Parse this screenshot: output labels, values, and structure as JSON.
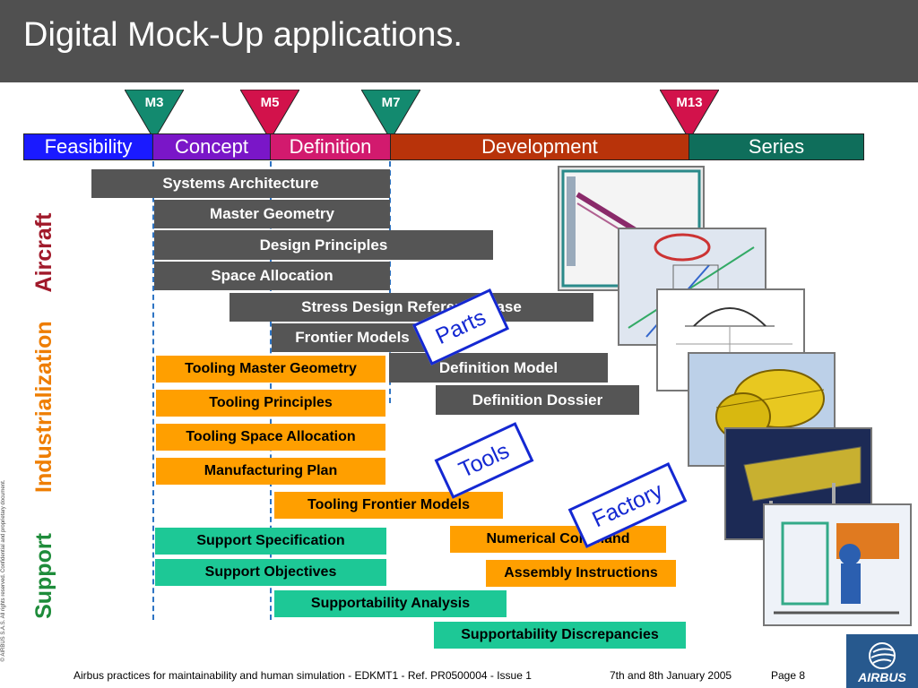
{
  "title": "Digital Mock-Up applications.",
  "milestones": [
    {
      "label": "M3",
      "color": "#138a6f"
    },
    {
      "label": "M5",
      "color": "#d2124b"
    },
    {
      "label": "M7",
      "color": "#138a6f"
    },
    {
      "label": "M13",
      "color": "#d2124b"
    }
  ],
  "phases": [
    {
      "label": "Feasibility",
      "color": "#1a1aff"
    },
    {
      "label": "Concept",
      "color": "#7a16c8"
    },
    {
      "label": "Definition",
      "color": "#d21a6e"
    },
    {
      "label": "Development",
      "color": "#b8330a"
    },
    {
      "label": "Series",
      "color": "#0f6e5b"
    }
  ],
  "categories": {
    "aircraft": "Aircraft",
    "industrialization": "Industrialization",
    "support": "Support"
  },
  "category_colors": {
    "aircraft": "#a0192a",
    "industrialization": "#ee7d00",
    "support": "#1e8c3a"
  },
  "aircraft_boxes": [
    "Systems Architecture",
    "Master Geometry",
    "Design Principles",
    "Space Allocation",
    "Stress Design Reference Base",
    "Frontier Models",
    "Definition Model",
    "Definition Dossier"
  ],
  "industrialization_boxes": [
    "Tooling Master Geometry",
    "Tooling Principles",
    "Tooling Space Allocation",
    "Manufacturing Plan",
    "Tooling Frontier Models",
    "Numerical Command",
    "Assembly Instructions"
  ],
  "support_boxes": [
    "Support Specification",
    "Support Objectives",
    "Supportability Analysis",
    "Supportability Discrepancies"
  ],
  "stamps": {
    "parts": "Parts",
    "tools": "Tools",
    "factory": "Factory"
  },
  "copyright": "© AIRBUS S.A.S. All rights reserved. Confidential and proprietary document.",
  "footer": {
    "text": "Airbus practices for maintainability and human simulation - EDKMT1 - Ref. PR0500004 - Issue 1",
    "date": "7th and 8th January 2005",
    "page": "Page 8",
    "logo": "AIRBUS"
  }
}
